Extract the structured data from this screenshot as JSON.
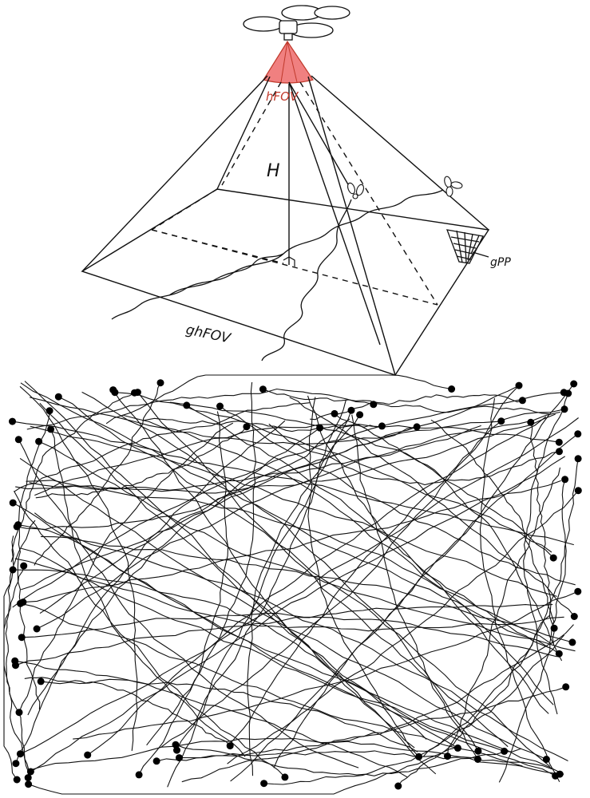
{
  "labels": {
    "hfov": "hFOV",
    "height": "H",
    "gpp": "gPP",
    "ghfov": "ghFOV"
  },
  "colors": {
    "stroke": "#111111",
    "fov_fill": "#f08080",
    "fov_stroke": "#c0392b",
    "hfov_text": "#c0392b"
  },
  "icons": {
    "drone": "quadcopter-drone-icon",
    "agent": "small-drone-icon"
  }
}
